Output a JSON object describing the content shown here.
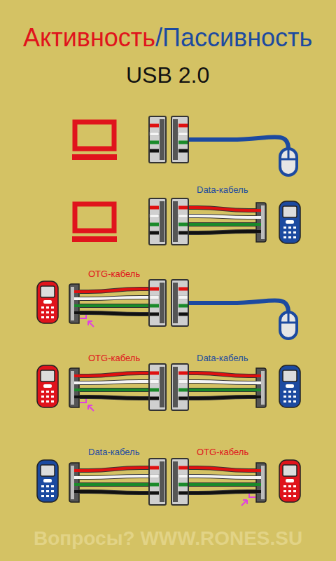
{
  "diagram": {
    "labels": [
      "Активность",
      "/",
      "Пассивность",
      "USB 2.0",
      "Data-кабель",
      "OTG-кабель",
      "OTG-кабель",
      "Data-кабель",
      "Data-кабель",
      "OTG-кабель",
      "Вопросы? WWW.RONES.SU"
    ]
  }
}
